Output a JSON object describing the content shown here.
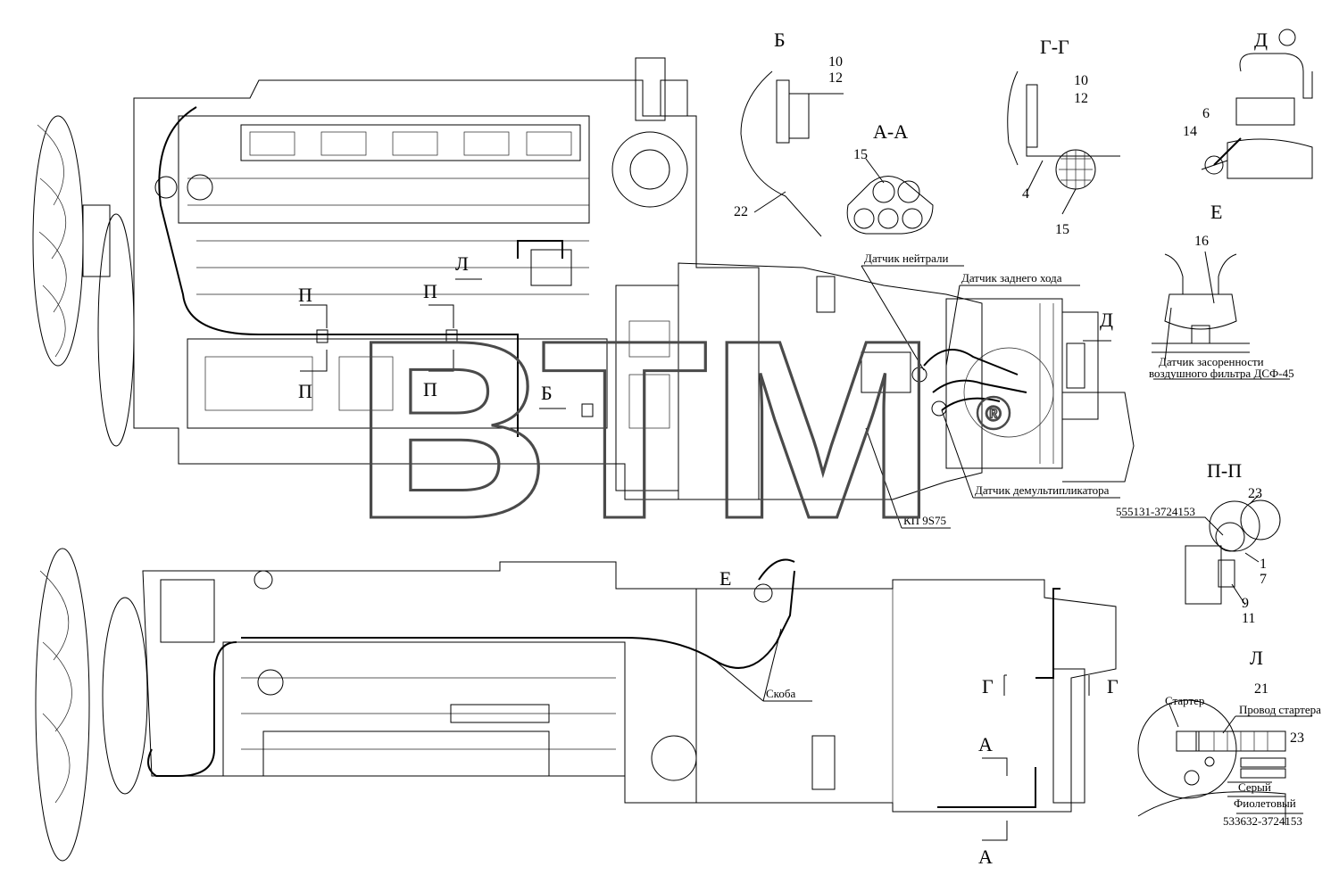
{
  "views": {
    "B_title": "Б",
    "AA_title": "А-А",
    "GG_title": "Г-Г",
    "D_title": "Д",
    "E_title": "Е",
    "PP_title": "П-П",
    "L_title": "Л"
  },
  "arrows": {
    "P": "П",
    "L": "Л",
    "B": "Б",
    "D": "Д",
    "E": "Е",
    "G": "Г",
    "A": "А"
  },
  "numbers": {
    "n10": "10",
    "n12": "12",
    "n22": "22",
    "n15": "15",
    "n4": "4",
    "n6": "6",
    "n14": "14",
    "n16": "16",
    "n23": "23",
    "n1": "1",
    "n7": "7",
    "n9": "9",
    "n11": "11",
    "n21": "21"
  },
  "callouts": {
    "neutral_sensor": "Датчик нейтрали",
    "reverse_sensor": "Датчик заднего хода",
    "demultiplier_sensor": "Датчик демультипликатора",
    "gearbox": "КП 9S75",
    "bracket": "Скоба",
    "filter_sensor_1": "Датчик засоренности",
    "filter_sensor_2": "воздушного фильтра ДСФ-45",
    "part_pp": "555131-3724153",
    "starter": "Стартер",
    "starter_wire": "Провод стартера",
    "grey": "Серый",
    "violet": "Фиолетовый",
    "part_l": "533632-3724153"
  },
  "watermark": {
    "text": "ВТМ",
    "mark": "®"
  }
}
